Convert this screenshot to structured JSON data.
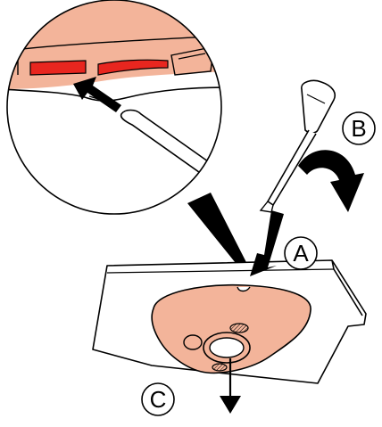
{
  "callouts": {
    "a": "A",
    "b": "B",
    "c": "C"
  },
  "colors": {
    "part_fill": "#f3b49a",
    "part_fill_dark": "#e99c7e",
    "highlight": "#e8261f",
    "stroke": "#000000",
    "background": "#ffffff"
  },
  "icons": [
    "screwdriver-icon",
    "rotate-arrow-icon",
    "pointer-arrow-icon",
    "down-arrow-icon",
    "magnifier-circle"
  ]
}
